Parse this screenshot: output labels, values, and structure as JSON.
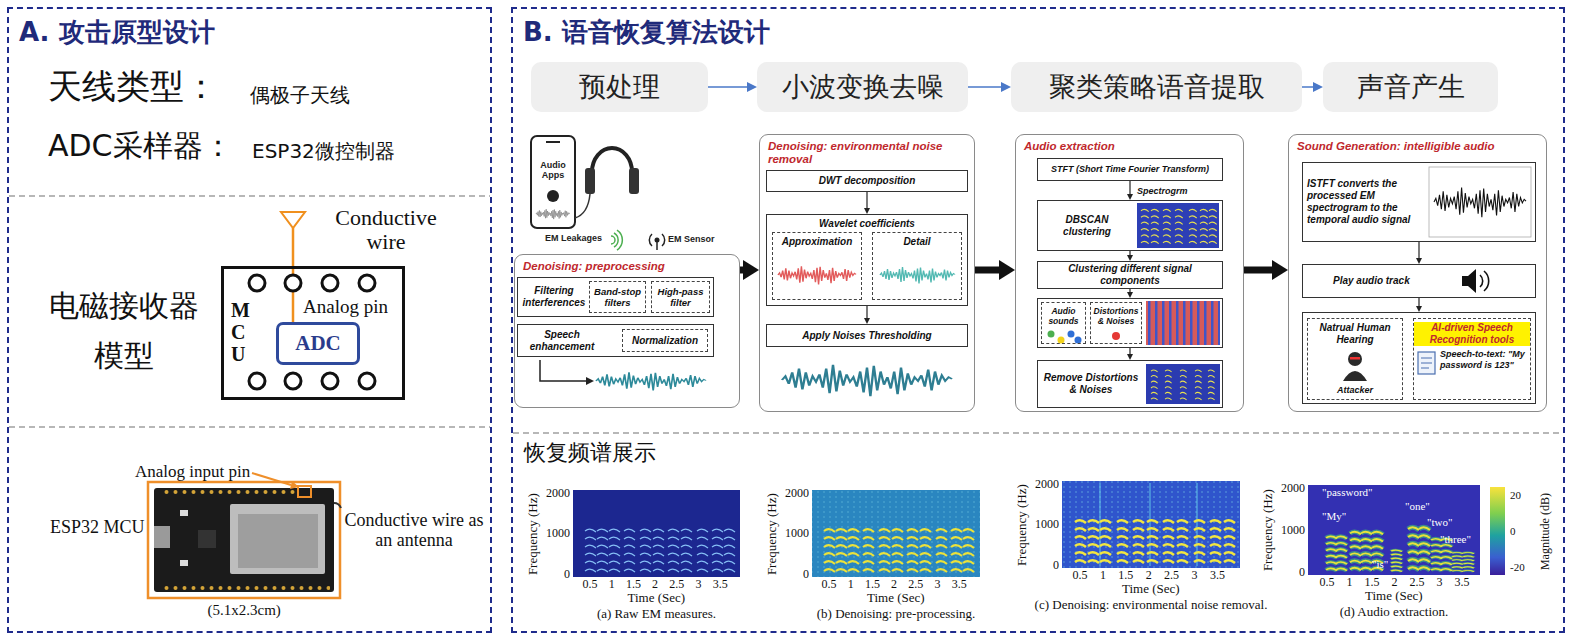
{
  "diagram": {
    "nodes": [
      {
        "text": [
          "A. 攻击原型设计"
        ]
      },
      {
        "text": [
          "MCU"
        ],
        "in": 0
      },
      {
        "text": [
          "ADC"
        ],
        "in": 1
      },
      {
        "text": [
          "B. 语音恢复算法设计"
        ]
      },
      {
        "text": [
          "预处理"
        ],
        "in": 3
      },
      {
        "text": [
          "小波变换去噪"
        ],
        "in": 3
      },
      {
        "text": [
          "聚类策略语音提取"
        ],
        "in": 3
      },
      {
        "text": [
          "声音产生"
        ],
        "in": 3
      },
      {
        "text": [
          "Denoising: preprocessing"
        ],
        "in": 3
      },
      {
        "text": [
          "Filtering interferences"
        ],
        "in": 8
      },
      {
        "text": [
          "Band-stop filters"
        ],
        "in": 9
      },
      {
        "text": [
          "High-pass filter"
        ],
        "in": 9
      },
      {
        "text": [
          "Speech enhancement"
        ],
        "in": 8
      },
      {
        "text": [
          "Normalization"
        ],
        "in": 12
      },
      {
        "text": [
          "Denoising: environmental noise removal"
        ],
        "in": 3
      },
      {
        "text": [
          "DWT decomposition"
        ],
        "in": 14
      },
      {
        "text": [
          "Wavelet coefficients"
        ],
        "in": 14
      },
      {
        "text": [
          "Approximation"
        ],
        "in": 16
      },
      {
        "text": [
          "Detail"
        ],
        "in": 16
      },
      {
        "text": [
          "Apply Noises Thresholding"
        ],
        "in": 14
      },
      {
        "text": [
          "Audio extraction"
        ],
        "in": 3
      },
      {
        "text": [
          "STFT (Short Time Fourier Transform)"
        ],
        "in": 20
      },
      {
        "text": [
          "DBSCAN clustering"
        ],
        "in": 20
      },
      {
        "text": [
          "Clustering different signal components"
        ],
        "in": 20
      },
      {
        "text": [],
        "in": 20
      },
      {
        "text": [
          "Audio sounds"
        ],
        "in": 24
      },
      {
        "text": [
          "Distortions & Noises"
        ],
        "in": 24
      },
      {
        "text": [
          "Remove Distortions & Noises"
        ],
        "in": 20
      },
      {
        "text": [
          "Sound Generation: intelligible audio"
        ],
        "in": 3
      },
      {
        "text": [
          "ISTFT converts the processed EM spectrogram to the temporal audio signal"
        ],
        "in": 28
      },
      {
        "text": [
          "Play audio track"
        ],
        "in": 28
      },
      {
        "text": [],
        "in": 28
      },
      {
        "text": [
          "Natrual Human Hearing",
          "Attacker"
        ],
        "in": 31
      },
      {
        "text": [
          "AI-driven Speech Recognition tools",
          "Speech-to-text: \"My password is 123\""
        ],
        "in": 31
      }
    ],
    "edges": [
      {
        "from": 4,
        "to": 5,
        "arrow": "to"
      },
      {
        "from": 5,
        "to": 6,
        "arrow": "to"
      },
      {
        "from": 6,
        "to": 7,
        "arrow": "to"
      },
      {
        "from": 8,
        "to": 14,
        "arrow": "to"
      },
      {
        "from": 14,
        "to": 20,
        "arrow": "to"
      },
      {
        "from": 20,
        "to": 28,
        "arrow": "to"
      },
      {
        "from": 15,
        "to": 16,
        "arrow": "to"
      },
      {
        "from": 16,
        "to": 19,
        "arrow": "to"
      },
      {
        "from": 21,
        "to": 22,
        "label": "Spectrogrm",
        "arrow": "to"
      },
      {
        "from": 22,
        "to": 23,
        "arrow": "to"
      },
      {
        "from": 23,
        "to": 24,
        "arrow": "to"
      },
      {
        "from": 24,
        "to": 27,
        "arrow": "to"
      },
      {
        "from": 29,
        "to": 30,
        "arrow": "to"
      },
      {
        "from": 30,
        "to": 31,
        "arrow": "to"
      }
    ],
    "labels": [
      "天线类型：",
      "偶极子天线",
      "ADC采样器：",
      "ESP32微控制器",
      "电磁接收器 模型",
      "Conductive wire",
      "Analog pin",
      "Analog input pin",
      "ESP32 MCU",
      "Conductive wire as an antenna",
      "(5.1x2.3cm)",
      "Audio Apps",
      "EM Leakages",
      "EM Sensor",
      "恢复频谱展示",
      "2000",
      "1000",
      "0",
      "Frequency (Hz)",
      "0.5",
      "1",
      "1.5",
      "2",
      "2.5",
      "3",
      "3.5",
      "Time (Sec)",
      "(a) Raw EM measures.",
      "2000",
      "1000",
      "0",
      "Frequency (Hz)",
      "0.5",
      "1",
      "1.5",
      "2",
      "2.5",
      "3",
      "3.5",
      "Time (Sec)",
      "(b) Denoising: pre-processing.",
      "2000",
      "1000",
      "0",
      "Frequency (Hz)",
      "0.5",
      "1",
      "1.5",
      "2",
      "2.5",
      "3",
      "3.5",
      "Time (Sec)",
      "(c) Denoising: environmental noise removal.",
      "2000",
      "1000",
      "0",
      "Frequency (Hz)",
      "0.5",
      "1",
      "1.5",
      "2",
      "2.5",
      "3",
      "3.5",
      "Time (Sec)",
      "(d) Audio extraction.",
      "\"My\"",
      "\"password\"",
      "\"is\"",
      "\"one\"",
      "\"two\"",
      "\"three\"",
      "20",
      "0",
      "-20",
      "Magnitude (dB)"
    ]
  }
}
